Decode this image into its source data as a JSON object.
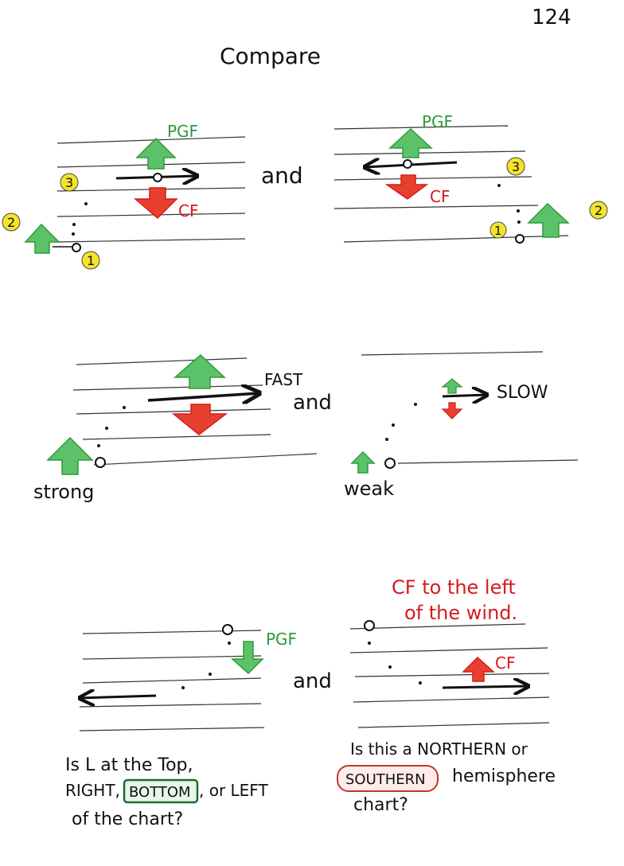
{
  "page_number": "124",
  "title": "Compare",
  "colors": {
    "ink": "#111111",
    "green": "#2f9a3a",
    "green_fill": "#5cc269",
    "red": "#d61b1b",
    "red_fill": "#e8402f",
    "yellow": "#f3e42a",
    "box_green": "#1f6b2c",
    "box_red": "#c0392b"
  },
  "panel1": {
    "left": {
      "pgf": "PGF",
      "cf": "CF",
      "labels": [
        "1",
        "2",
        "3"
      ]
    },
    "connector": "and",
    "right": {
      "pgf": "PGF",
      "cf": "CF",
      "labels": [
        "1",
        "2",
        "3"
      ]
    }
  },
  "panel2": {
    "fast": "FAST",
    "connector": "and",
    "slow": "SLOW",
    "strong": "strong",
    "weak": "weak"
  },
  "panel3": {
    "pgf": "PGF",
    "connector": "and",
    "cf": "CF",
    "note_line1": "CF to the left",
    "note_line2": "of the wind.",
    "question_left": {
      "line1": "Is L at the Top,",
      "line2_a": "RIGHT,",
      "line2_boxed": "BOTTOM",
      "line2_b": ", or LEFT",
      "line3": "of the chart?"
    },
    "question_right": {
      "line1": "Is this a NORTHERN or",
      "line2_boxed": "SOUTHERN",
      "line2_b": "hemisphere",
      "line3": "chart?"
    }
  }
}
